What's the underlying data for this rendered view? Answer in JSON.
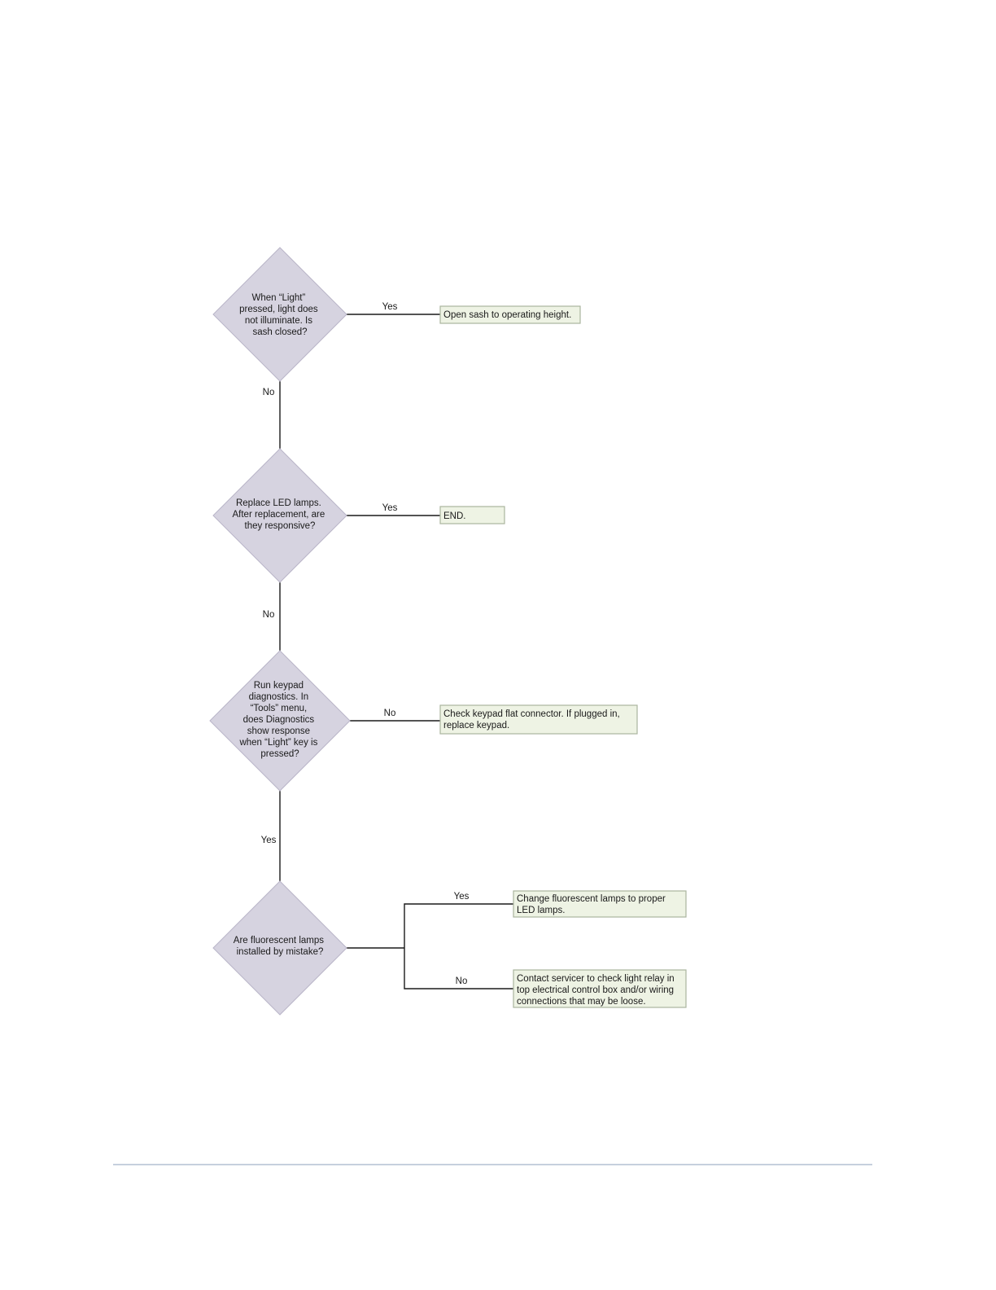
{
  "decisions": [
    {
      "id": "d1",
      "lines": [
        "When “Light”",
        "pressed, light does",
        "not illuminate. Is",
        "sash closed?"
      ]
    },
    {
      "id": "d2",
      "lines": [
        "Replace LED lamps.",
        "After replacement, are",
        "they responsive?"
      ]
    },
    {
      "id": "d3",
      "lines": [
        "Run keypad",
        "diagnostics. In",
        "“Tools” menu,",
        "does Diagnostics",
        "show response",
        "when “Light” key is",
        "pressed?"
      ]
    },
    {
      "id": "d4",
      "lines": [
        "Are fluorescent lamps",
        "installed by mistake?"
      ]
    }
  ],
  "outcomes": [
    {
      "id": "o1",
      "lines": [
        "Open sash to operating height."
      ]
    },
    {
      "id": "o2",
      "lines": [
        "END."
      ]
    },
    {
      "id": "o3",
      "lines": [
        "Check keypad flat connector. If plugged in,",
        "replace keypad."
      ]
    },
    {
      "id": "o4",
      "lines": [
        "Change fluorescent lamps to proper",
        "LED lamps."
      ]
    },
    {
      "id": "o5",
      "lines": [
        "Contact servicer to check light relay in",
        "top electrical control box and/or wiring",
        "connections that may be loose."
      ]
    }
  ],
  "edge_labels": {
    "d1_o1": "Yes",
    "d1_d2": "No",
    "d2_o2": "Yes",
    "d2_d3": "No",
    "d3_o3": "No",
    "d3_d4": "Yes",
    "d4_o4": "Yes",
    "d4_o5": "No"
  },
  "colors": {
    "decision_fill": "#d6d3e0",
    "outcome_fill": "#eef3e4",
    "connector": "#1a1a1a",
    "footer_rule": "#8ea2bb"
  }
}
